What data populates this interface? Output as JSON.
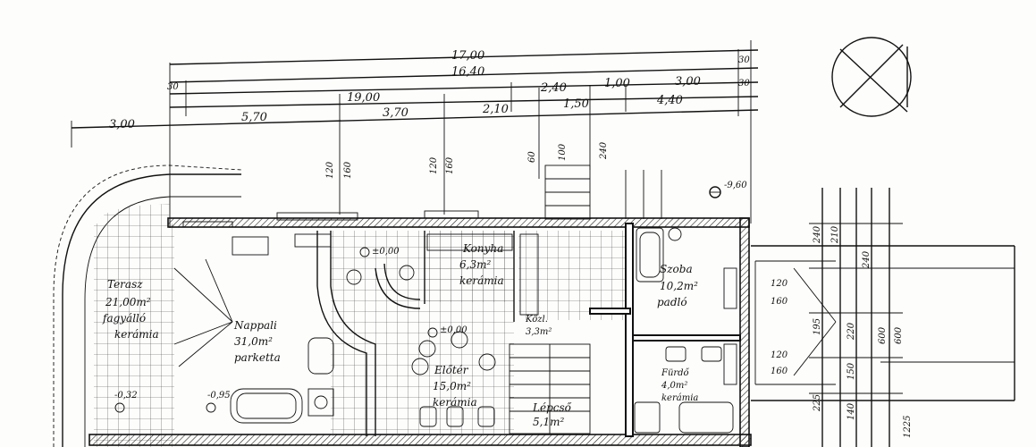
{
  "dimensions": {
    "overall_outer": "17,00",
    "overall_inner": "16,40",
    "top_left": "3,00",
    "seg_570": "5,70",
    "seg_1900": "19,00",
    "seg_370": "3,70",
    "seg_210": "2,10",
    "seg_150": "1,50",
    "seg_240": "2,40",
    "seg_100": "1,00",
    "seg_300": "3,00",
    "seg_440": "4,40",
    "seg_30a": "30",
    "seg_30b": "30",
    "seg_30c": "30",
    "v_120a": "120",
    "v_160a": "160",
    "v_120b": "120",
    "v_160b": "160",
    "v_60": "60",
    "v_100": "100",
    "v_240": "240",
    "level": "-9,60"
  },
  "rooms": {
    "terrace": {
      "name": "Terasz",
      "area": "21,00m²",
      "floor1": "fagyálló",
      "floor2": "kerámia"
    },
    "living": {
      "name": "Nappali",
      "area": "31,0m²",
      "floor": "parketta"
    },
    "kitchen": {
      "name": "Konyha",
      "area": "6,3m²",
      "floor": "kerámia"
    },
    "room": {
      "name": "Szoba",
      "area": "10,2m²",
      "floor": "padló"
    },
    "hall": {
      "name": "Előtér",
      "area": "15,0m²",
      "floor": "kerámia"
    },
    "stair": {
      "name": "Lépcső",
      "area": "5,1m²"
    },
    "bath": {
      "name": "Fürdő",
      "area": "4,0m²",
      "floor": "kerámia"
    },
    "corridor": {
      "name": "Közl.",
      "area": "3,3m²"
    }
  },
  "marks": {
    "elev_living": "±0,00",
    "elev_hall": "±0,00",
    "elev_terrace": "-0,32",
    "elev_out": "-0,95"
  },
  "right_dims": {
    "r1": "240",
    "r2": "210",
    "r3": "240",
    "r4": "600",
    "r5": "600",
    "r6": "120",
    "r7": "160",
    "r8": "195",
    "r9": "220",
    "r10": "150",
    "r11": "120",
    "r12": "160",
    "r13": "225",
    "r14": "140",
    "r15": "1225"
  }
}
